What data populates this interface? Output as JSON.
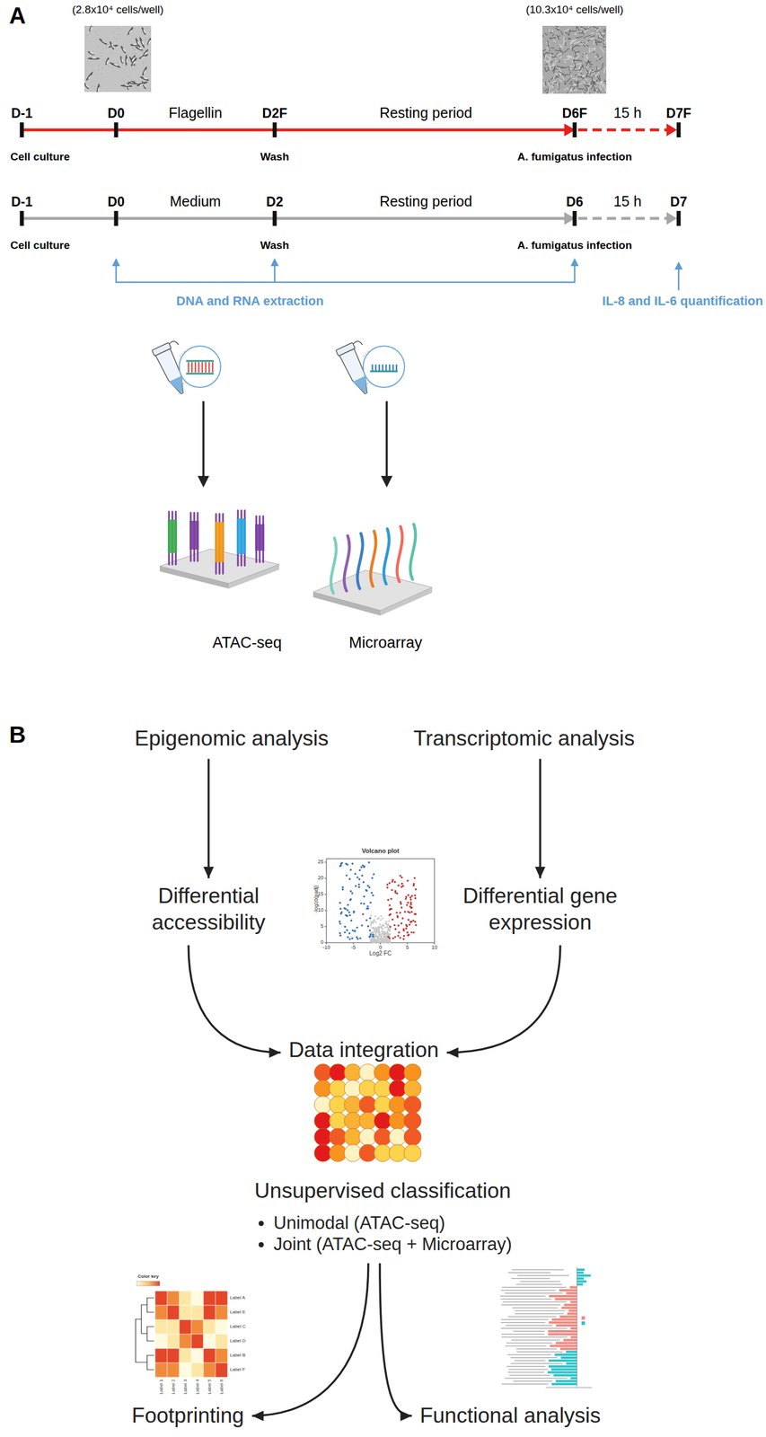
{
  "diagram": {
    "nodes": [
      {
        "text": [
          "Epigenomic analysis"
        ]
      },
      {
        "text": [
          "Transcriptomic analysis"
        ]
      },
      {
        "text": [
          "Differential accessibility"
        ]
      },
      {
        "text": [
          "Differential gene expression"
        ]
      },
      {
        "text": [
          "Data integration"
        ]
      },
      {
        "text": [
          "Unsupervised classification",
          "Unimodal (ATAC-seq)",
          "Joint (ATAC-seq + Microarray)"
        ]
      },
      {
        "text": [
          "Footprinting"
        ]
      },
      {
        "text": [
          "Functional analysis"
        ]
      }
    ],
    "edges": [
      {
        "from": 0,
        "to": 2,
        "arrow": "to"
      },
      {
        "from": 1,
        "to": 3,
        "arrow": "to"
      },
      {
        "from": 2,
        "to": 4,
        "arrow": "to"
      },
      {
        "from": 3,
        "to": 4,
        "arrow": "to"
      },
      {
        "from": 5,
        "to": 6,
        "arrow": "to"
      },
      {
        "from": 5,
        "to": 7,
        "arrow": "to"
      }
    ],
    "labels": [
      "A",
      "(2.8x10⁴ cells/well)",
      "(10.3x10⁴ cells/well)",
      "D-1",
      "D0",
      "Flagellin",
      "D2F",
      "Resting period",
      "D6F",
      "15 h",
      "D7F",
      "Cell culture",
      "Wash",
      "A. fumigatus infection",
      "D-1",
      "D0",
      "Medium",
      "D2",
      "Resting period",
      "D6",
      "15 h",
      "D7",
      "Cell culture",
      "Wash",
      "A. fumigatus infection",
      "DNA and RNA extraction",
      "IL-8 and IL-6 quantification",
      "ATAC-seq",
      "Microarray",
      "B",
      "Volcano plot",
      "-log10(padj)",
      "Log2 FC",
      "25",
      "20",
      "15",
      "10",
      "5",
      "0",
      "-10",
      "-5",
      "0",
      "5",
      "10",
      "Color key",
      "Label A",
      "Label E",
      "Label C",
      "Label D",
      "Label B",
      "Label F",
      "Label 1",
      "Label 2",
      "Label 3",
      "Label 4",
      "Label 5",
      "Label 6"
    ]
  }
}
